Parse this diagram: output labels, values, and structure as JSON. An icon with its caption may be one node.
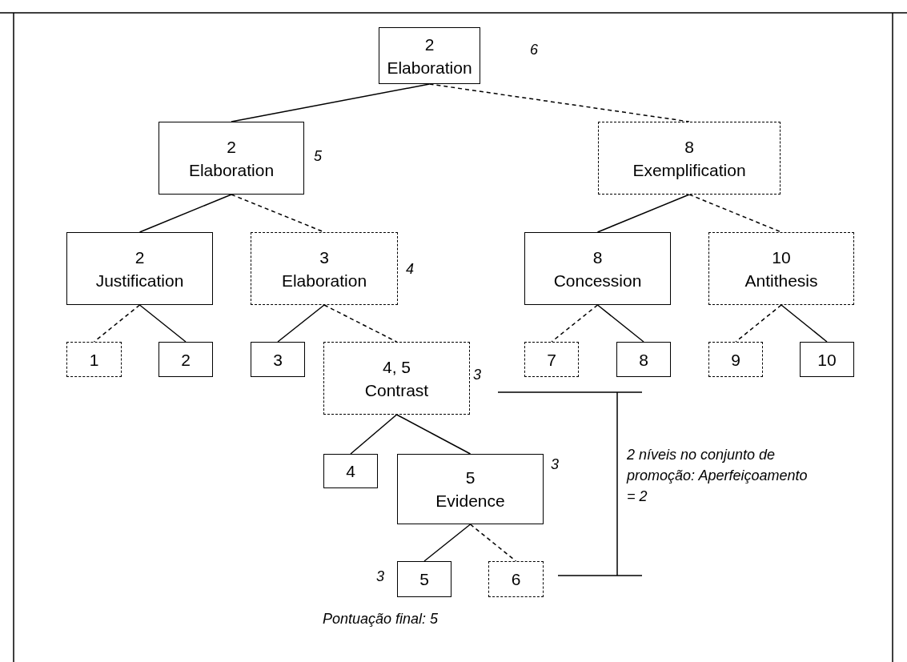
{
  "diagram": {
    "nodes": [
      {
        "text": [
          "2",
          "Elaboration"
        ],
        "beside": [
          "6"
        ]
      },
      {
        "text": [
          "2",
          "Elaboration"
        ],
        "beside": [
          "5"
        ]
      },
      {
        "text": [
          "8",
          "Exemplification"
        ]
      },
      {
        "text": [
          "2",
          "Justification"
        ]
      },
      {
        "text": [
          "3",
          "Elaboration"
        ],
        "beside": [
          "4"
        ]
      },
      {
        "text": [
          "8",
          "Concession"
        ]
      },
      {
        "text": [
          "10",
          "Antithesis"
        ]
      },
      {
        "text": [
          "1"
        ]
      },
      {
        "text": [
          "2"
        ]
      },
      {
        "text": [
          "3"
        ]
      },
      {
        "text": [
          "4, 5",
          "Contrast"
        ],
        "beside": [
          "3"
        ]
      },
      {
        "text": [
          "7"
        ]
      },
      {
        "text": [
          "8"
        ]
      },
      {
        "text": [
          "9"
        ]
      },
      {
        "text": [
          "10"
        ]
      },
      {
        "text": [
          "4"
        ]
      },
      {
        "text": [
          "5",
          "Evidence"
        ],
        "beside": [
          "3"
        ]
      },
      {
        "text": [
          "5"
        ],
        "beside": [
          "3"
        ]
      },
      {
        "text": [
          "6"
        ]
      }
    ],
    "edges": [
      {
        "from": 0,
        "to": 1,
        "arrow": "none"
      },
      {
        "from": 0,
        "to": 2,
        "arrow": "none",
        "style": "dashed"
      },
      {
        "from": 1,
        "to": 3,
        "arrow": "none"
      },
      {
        "from": 1,
        "to": 4,
        "arrow": "none",
        "style": "dashed"
      },
      {
        "from": 2,
        "to": 5,
        "arrow": "none"
      },
      {
        "from": 2,
        "to": 6,
        "arrow": "none",
        "style": "dashed"
      },
      {
        "from": 3,
        "to": 7,
        "arrow": "none",
        "style": "dashed"
      },
      {
        "from": 3,
        "to": 8,
        "arrow": "none"
      },
      {
        "from": 4,
        "to": 9,
        "arrow": "none"
      },
      {
        "from": 4,
        "to": 10,
        "arrow": "none",
        "style": "dashed"
      },
      {
        "from": 5,
        "to": 11,
        "arrow": "none",
        "style": "dashed"
      },
      {
        "from": 5,
        "to": 12,
        "arrow": "none"
      },
      {
        "from": 6,
        "to": 13,
        "arrow": "none",
        "style": "dashed"
      },
      {
        "from": 6,
        "to": 14,
        "arrow": "none"
      },
      {
        "from": 10,
        "to": 15,
        "arrow": "none"
      },
      {
        "from": 10,
        "to": 16,
        "arrow": "none"
      },
      {
        "from": 16,
        "to": 17,
        "arrow": "none"
      },
      {
        "from": 16,
        "to": 18,
        "arrow": "none",
        "style": "dashed"
      }
    ],
    "labels": [
      "2 níveis no conjunto de promoção: Aperfeiçoamento = 2",
      "Pontuação final: 5"
    ]
  }
}
